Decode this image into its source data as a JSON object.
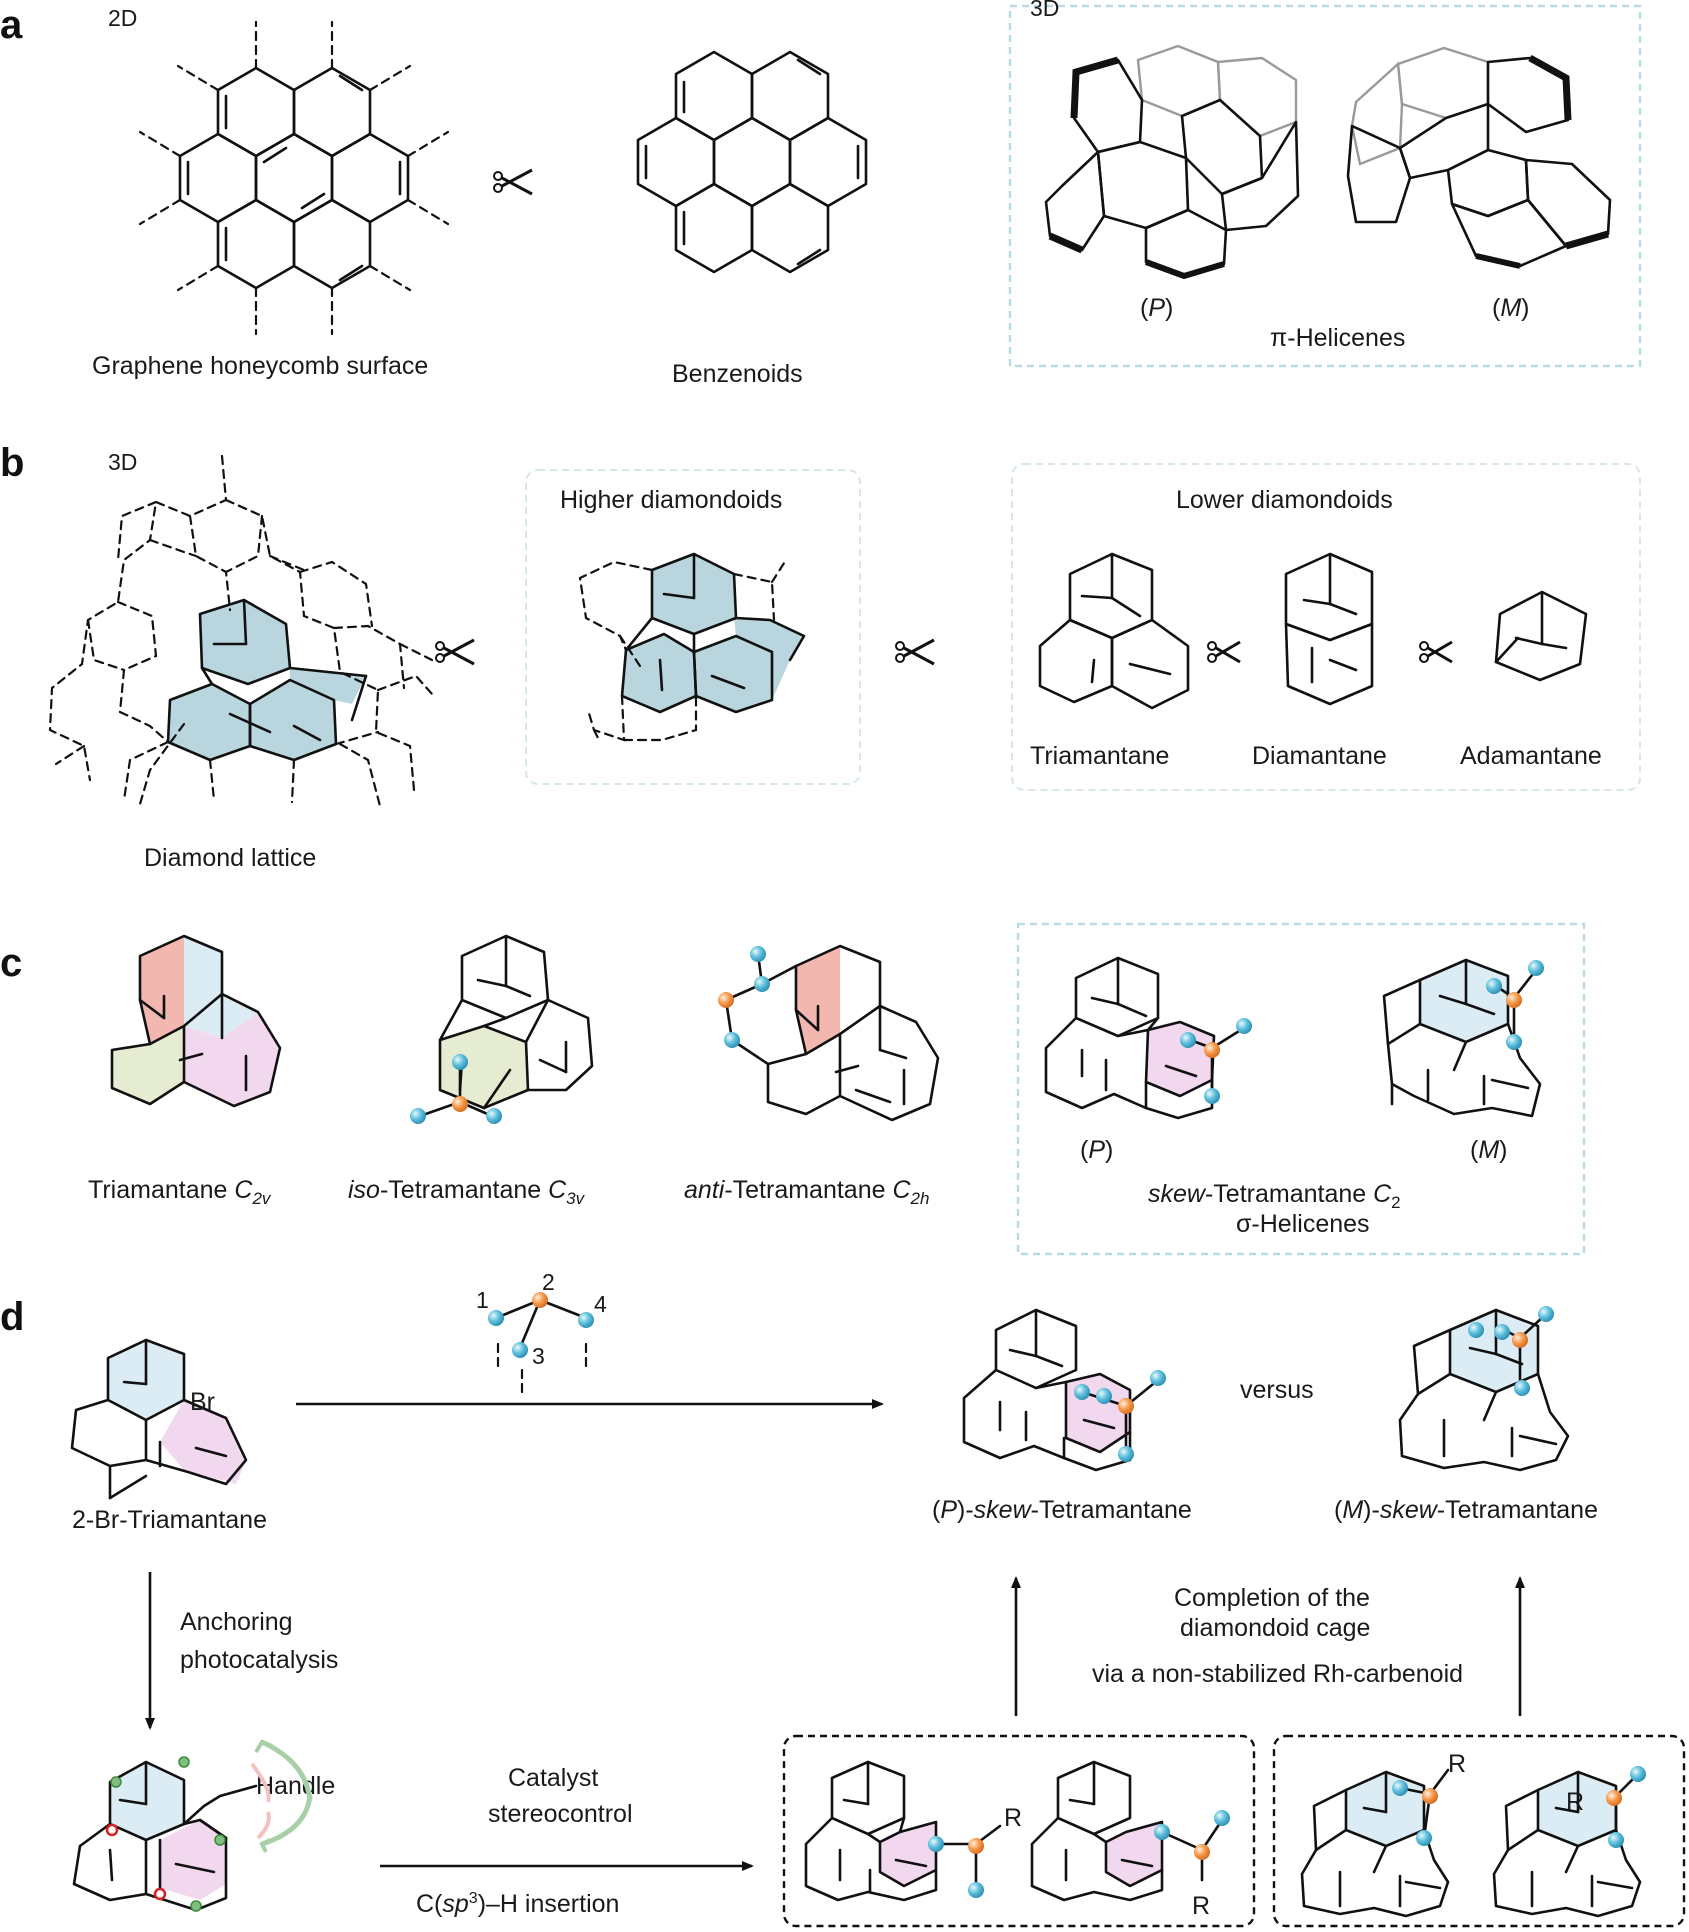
{
  "panels": {
    "a": {
      "letter": "a",
      "dim_2d": "2D",
      "dim_3d": "3D",
      "graphene_label": "Graphene honeycomb surface",
      "benzenoids_label": "Benzenoids",
      "helix_p": "(P)",
      "helix_m": "(M)",
      "helicenes_label": "π-Helicenes"
    },
    "b": {
      "letter": "b",
      "dim_3d": "3D",
      "diamond_label": "Diamond lattice",
      "higher_label": "Higher diamondoids",
      "lower_label": "Lower diamondoids",
      "triamantane": "Triamantane",
      "diamantane": "Diamantane",
      "adamantane": "Adamantane"
    },
    "c": {
      "letter": "c",
      "tri_name": "Triamantane ",
      "tri_sym": "C",
      "tri_sub": "2v",
      "iso_prefix": "iso",
      "iso_name": "-Tetramantane ",
      "iso_sym": "C",
      "iso_sub": "3v",
      "anti_prefix": "anti",
      "anti_name": "-Tetramantane ",
      "anti_sym": "C",
      "anti_sub": "2h",
      "p_label": "(P)",
      "m_label": "(M)",
      "skew_prefix": "skew",
      "skew_name": "-Tetramantane ",
      "skew_sym": "C",
      "skew_sub": "2",
      "sigma_label": "σ-Helicenes"
    },
    "d": {
      "letter": "d",
      "start_label": "2-Br-Triamantane",
      "br": "Br",
      "reagent_numbers": [
        "1",
        "2",
        "3",
        "4"
      ],
      "p_product": "(P)-skew-Tetramantane",
      "versus": "versus",
      "m_product": "(M)-skew-Tetramantane",
      "anchoring_1": "Anchoring",
      "anchoring_2": "photocatalysis",
      "handle": "Handle",
      "catalyst_1": "Catalyst",
      "catalyst_2": "stereocontrol",
      "insertion": "C(sp3)–H insertion",
      "completion_1": "Completion of the",
      "completion_2": "diamondoid cage",
      "completion_3": "via a non-stabilized Rh-carbenoid",
      "r": "R"
    }
  },
  "colors": {
    "blue_fill": "#dcecf4",
    "teal_fill": "#b9d6de",
    "pink_fill": "#f2d8ef",
    "red_fill": "#f2b8b0",
    "green_fill": "#e6ecd1",
    "blue_atom": "#56b4d3",
    "orange_atom": "#f28c3c",
    "box_border": "#b9dbe6"
  }
}
